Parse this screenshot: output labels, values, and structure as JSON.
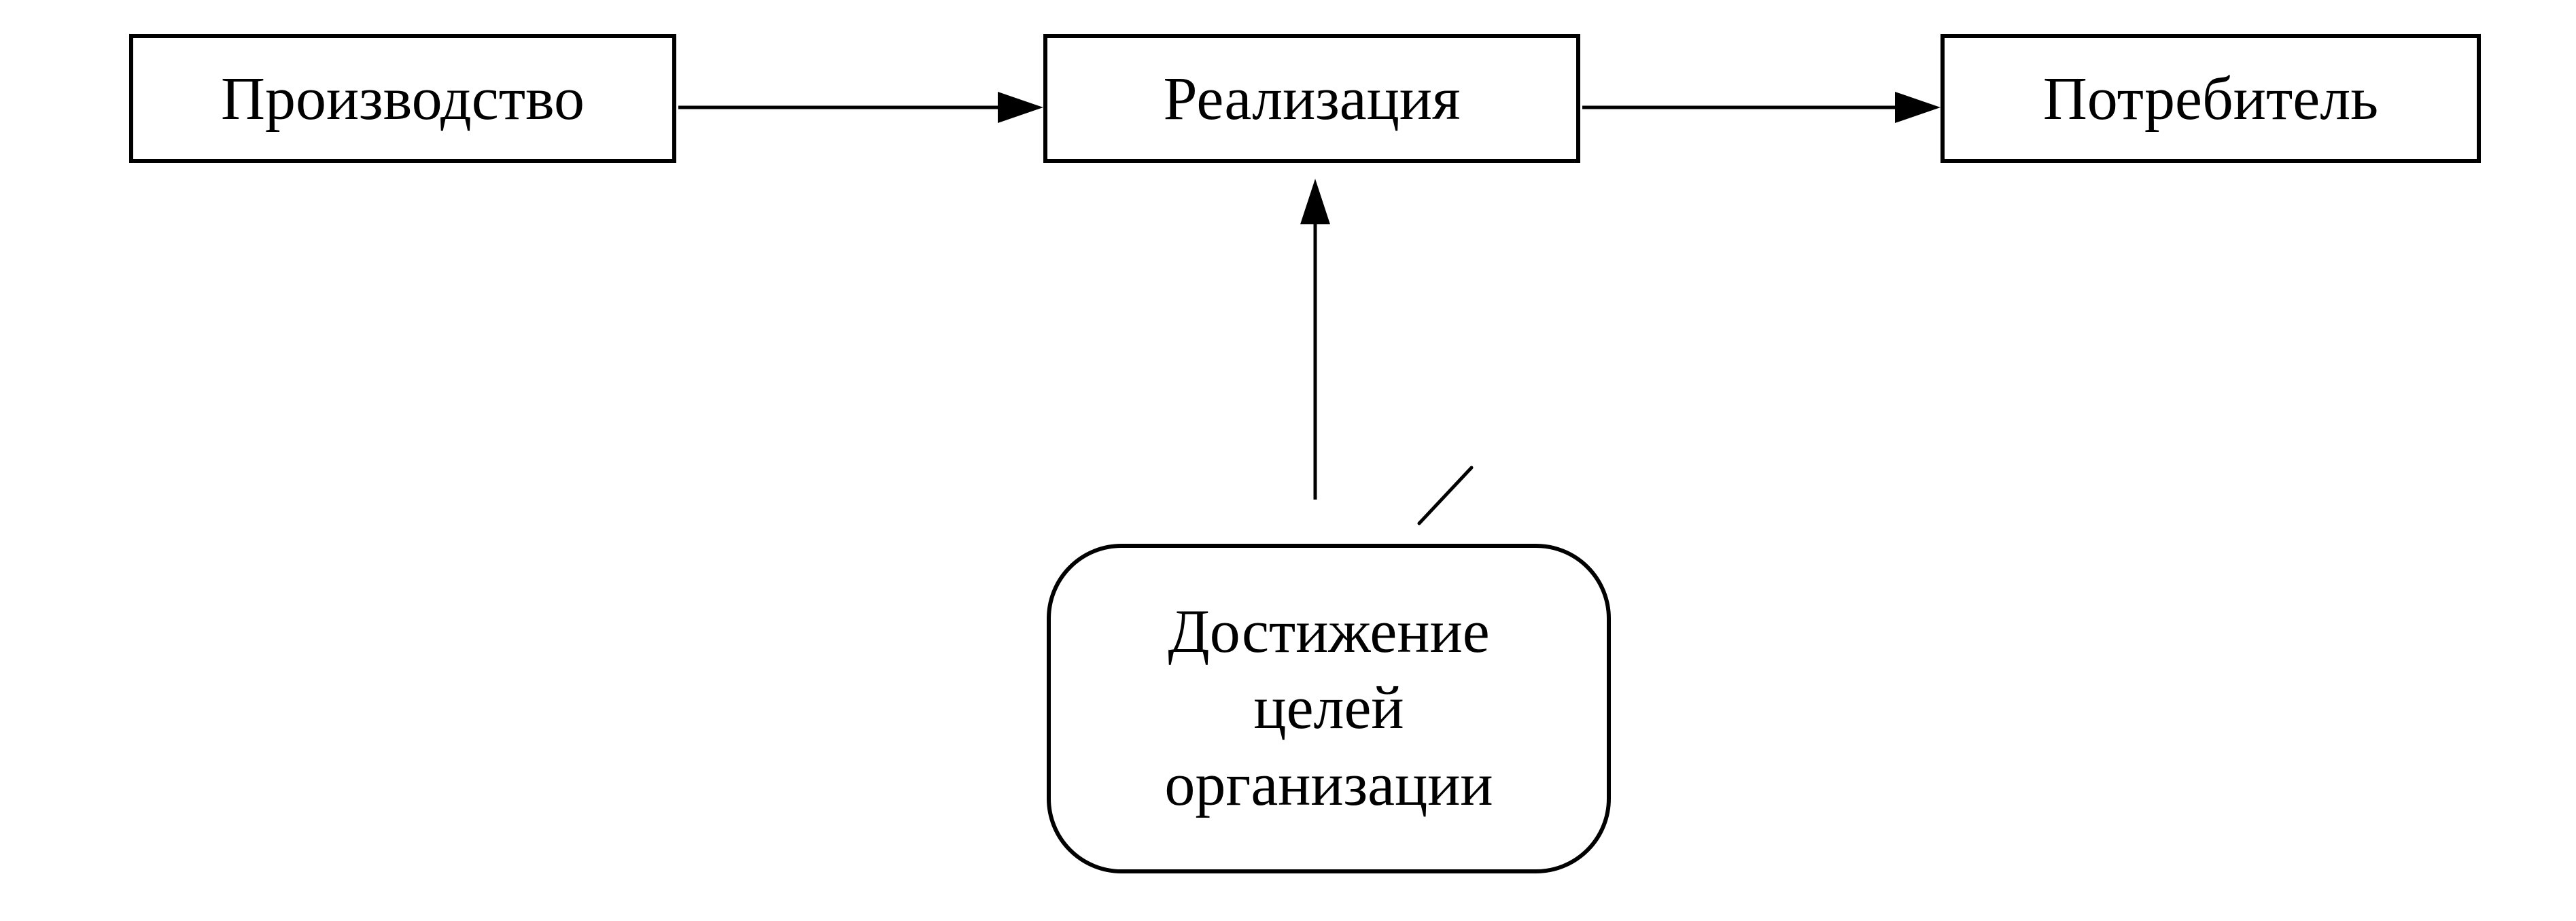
{
  "diagram": {
    "nodes": {
      "production": "Производство",
      "realization": "Реализация",
      "consumer": "Потребитель",
      "goals": [
        "Достижение",
        "целей",
        "организации"
      ]
    },
    "edges": [
      {
        "from": "production",
        "to": "realization"
      },
      {
        "from": "realization",
        "to": "consumer"
      },
      {
        "from": "goals",
        "to": "realization"
      }
    ]
  },
  "colors": {
    "stroke": "#000000",
    "background": "#ffffff"
  }
}
